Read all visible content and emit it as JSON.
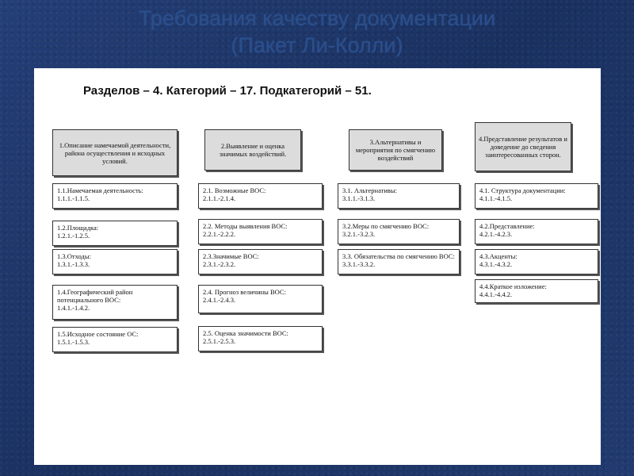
{
  "title": {
    "line1": "Требования качеству документации",
    "line2": "(Пакет Ли-Колли)"
  },
  "summary": "Разделов – 4. Категорий –  17. Подкатегорий – 51.",
  "sections": [
    {
      "header": "1.Описание намечаемой деятельности, района осуществления и исходных условий.",
      "items": [
        {
          "title": "1.1.Намечаемая деятельность:",
          "range": "1.1.1.-1.1.5."
        },
        {
          "title": "1.2.Площадка:",
          "range": "1.2.1.-1.2.5."
        },
        {
          "title": "1.3.Отходы:",
          "range": "1.3.1.-1.3.3."
        },
        {
          "title": "1.4.Географический район потенциального ВОС:",
          "range": "1.4.1.-1.4.2."
        },
        {
          "title": "1.5.Исходное состояние ОС:",
          "range": "1.5.1.-1.5.3."
        }
      ]
    },
    {
      "header": "2.Выявление и оценка значимых воздействий.",
      "items": [
        {
          "title": "2.1. Возможные ВОС:",
          "range": "2.1.1.-2.1.4."
        },
        {
          "title": "2.2. Методы выявления ВОС:",
          "range": "2.2.1.-2.2.2."
        },
        {
          "title": "2.3.Значимые ВОС:",
          "range": "2.3.1.-2.3.2."
        },
        {
          "title": "2.4. Прогноз величины ВОС:",
          "range": "2.4.1.-2.4.3."
        },
        {
          "title": "2.5. Оценка значимости ВОС:",
          "range": "2.5.1.-2.5.3."
        }
      ]
    },
    {
      "header": "3.Альтернативы и мероприятия по смягчению воздействий",
      "items": [
        {
          "title": "3.1. Альтернативы:",
          "range": "3.1.1.-3.1.3."
        },
        {
          "title": "3.2.Меры по смягчению ВОС:",
          "range": "3.2.1.-3.2.3."
        },
        {
          "title": "3.3. Обязательства по смягчению ВОС: 3.3.1.-3.3.2.",
          "range": ""
        }
      ]
    },
    {
      "header": "4.Представление результатов и доведение до сведения заинтересованных сторон.",
      "items": [
        {
          "title": "4.1. Структура документации:",
          "range": "4.1.1.-4.1.5."
        },
        {
          "title": "4.2.Представление:",
          "range": "4.2.1.-4.2.3."
        },
        {
          "title": "4.3.Акценты:",
          "range": "4.3.1.-4.3.2."
        },
        {
          "title": "4.4.Краткое изложение:",
          "range": "4.4.1.-4.4.2."
        }
      ]
    }
  ]
}
